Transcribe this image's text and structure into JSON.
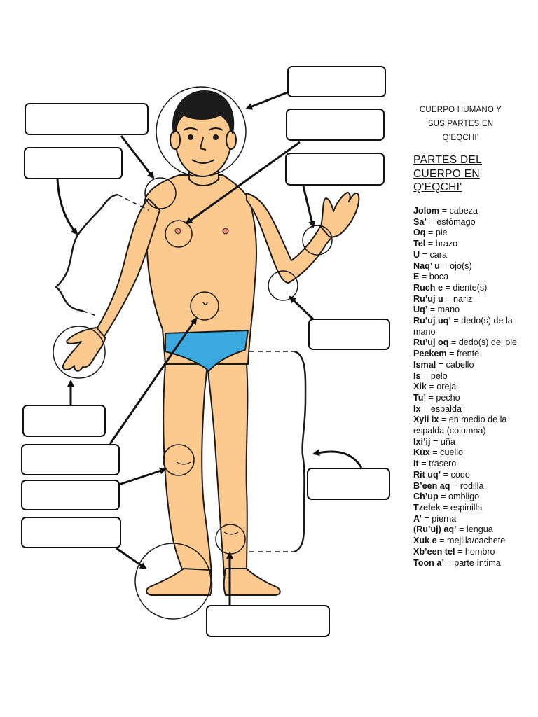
{
  "header": {
    "title_lines": [
      "CUERPO HUMANO Y",
      "SUS PARTES EN",
      "Q’EQCHI’"
    ],
    "subtitle_lines": [
      "PARTES DEL",
      "CUERPO EN",
      "Q'EQCHI'"
    ]
  },
  "vocabulary": [
    {
      "term": "Jolom",
      "meaning": "cabeza"
    },
    {
      "term": "Sa’",
      "meaning": "estómago"
    },
    {
      "term": "Oq",
      "meaning": "pie"
    },
    {
      "term": "Tel",
      "meaning": "brazo"
    },
    {
      "term": "U",
      "meaning": "cara"
    },
    {
      "term": "Naq’ u",
      "meaning": "ojo(s)"
    },
    {
      "term": "E",
      "meaning": "boca"
    },
    {
      "term": "Ruch e",
      "meaning": "diente(s)"
    },
    {
      "term": "Ru’uj u",
      "meaning": "nariz"
    },
    {
      "term": "Uq’",
      "meaning": "mano"
    },
    {
      "term": "Ru’uj uq’",
      "meaning": "dedo(s) de la mano"
    },
    {
      "term": "Ru’uj oq",
      "meaning": "dedo(s) del pie"
    },
    {
      "term": "Peekem",
      "meaning": "frente"
    },
    {
      "term": "Ismal",
      "meaning": "cabello"
    },
    {
      "term": "Is",
      "meaning": "pelo"
    },
    {
      "term": "Xik",
      "meaning": "oreja"
    },
    {
      "term": "Tu’",
      "meaning": "pecho"
    },
    {
      "term": "Ix",
      "meaning": "espalda"
    },
    {
      "term": "Xyii ix",
      "meaning": "en medio de la espalda (columna)"
    },
    {
      "term": "Ixi’ij",
      "meaning": "uña"
    },
    {
      "term": "Kux",
      "meaning": "cuello"
    },
    {
      "term": "It",
      "meaning": "trasero"
    },
    {
      "term": "Rit uq’",
      "meaning": "codo"
    },
    {
      "term": "B’een aq",
      "meaning": "rodilla"
    },
    {
      "term": "Ch’up",
      "meaning": "ombligo"
    },
    {
      "term": "Tzelek",
      "meaning": "espinilla"
    },
    {
      "term": "A’",
      "meaning": "pierna"
    },
    {
      "term": "(Ru’uj) aq’",
      "meaning": "lengua"
    },
    {
      "term": "Xuk e",
      "meaning": "mejilla/cachete"
    },
    {
      "term": "Xb’een tel",
      "meaning": "hombro"
    },
    {
      "term": "Toon a’",
      "meaning": "parte íntima"
    }
  ],
  "answer_boxes": [
    {
      "target": "head",
      "value": ""
    },
    {
      "target": "shoulder",
      "value": ""
    },
    {
      "target": "back",
      "value": ""
    },
    {
      "target": "chest",
      "value": ""
    },
    {
      "target": "hand-right",
      "value": ""
    },
    {
      "target": "wrist",
      "value": ""
    },
    {
      "target": "elbow",
      "value": ""
    },
    {
      "target": "navel",
      "value": ""
    },
    {
      "target": "knee",
      "value": ""
    },
    {
      "target": "thigh",
      "value": ""
    },
    {
      "target": "foot",
      "value": ""
    },
    {
      "target": "leg",
      "value": ""
    },
    {
      "target": "shin",
      "value": ""
    }
  ],
  "colors": {
    "skin": "#fcc98f",
    "outline": "#1a1a1a",
    "hair": "#1b1b1b",
    "underwear": "#3aa9e0",
    "nipple": "#e58a78"
  }
}
